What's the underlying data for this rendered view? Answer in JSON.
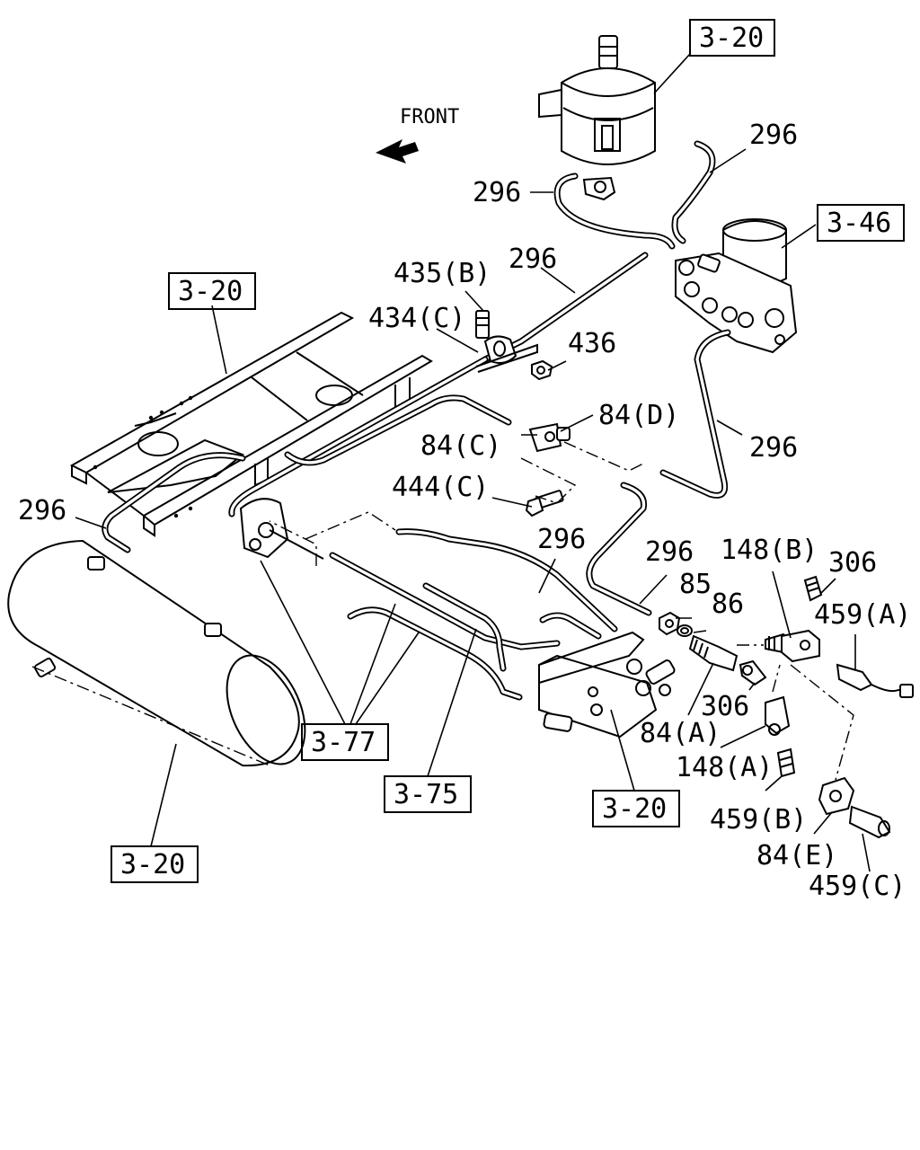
{
  "direction_label": "FRONT",
  "reference_boxes": {
    "top_tank": "3-20",
    "left_frame": "3-20",
    "air_dryer": "3-46",
    "brake_parts": "3-77",
    "pipe_assembly": "3-75",
    "bottom_bracket": "3-20",
    "air_tank": "3-20"
  },
  "callouts": {
    "pipe_top_right": "296",
    "pipe_top_left": "296",
    "pipe_upper_mid": "296",
    "clamp_bolt": "435(B)",
    "pipe_clip": "434(C)",
    "nut": "436",
    "tee_d": "84(D)",
    "tee_c": "84(C)",
    "pipe_right_mid": "296",
    "bolt_c": "444(C)",
    "pipe_left": "296",
    "pipe_center": "296",
    "pipe_lower_right": "296",
    "nut_85": "85",
    "washer_86": "86",
    "connector_148b": "148(B)",
    "plug_306_top": "306",
    "switch_459a": "459(A)",
    "plug_306_low": "306",
    "union_84a": "84(A)",
    "connector_148a": "148(A)",
    "switch_459b": "459(B)",
    "tee_84e": "84(E)",
    "switch_459c": "459(C)"
  }
}
